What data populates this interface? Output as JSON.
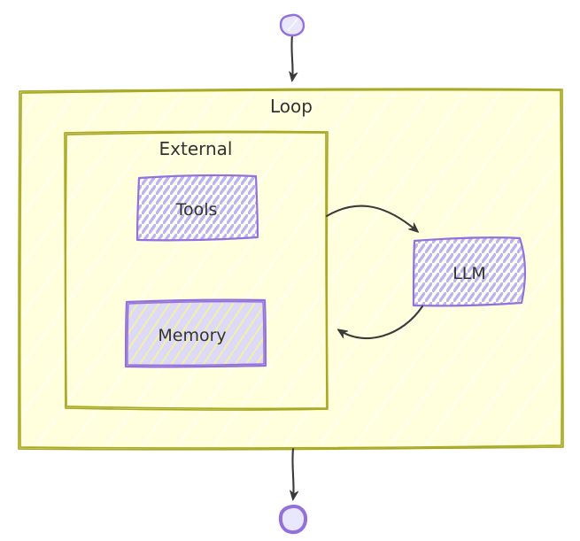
{
  "colors": {
    "loop_fill": "#ffffde",
    "loop_border": "#a9a926",
    "purple_border": "#9370db",
    "node_fill": "#e9e7fc",
    "memory_fill": "#dcdaf8",
    "hachure_purple": "#bcb4f0",
    "memory_hatch_yellow": "#f4f0a0",
    "hatch_white": "rgba(255,255,255,0.55)",
    "edge_color": "#3a3a3a",
    "text_color": "#333333"
  },
  "diagram": {
    "type": "flowchart",
    "style": "hand-drawn",
    "direction": "top-to-bottom",
    "subgraphs": [
      {
        "id": "loop",
        "label": "Loop",
        "parent": null
      },
      {
        "id": "external",
        "label": "External",
        "parent": "loop"
      }
    ],
    "nodes": [
      {
        "id": "start",
        "shape": "circle",
        "parent": null
      },
      {
        "id": "tools",
        "shape": "rectangle",
        "label": "Tools",
        "parent": "external"
      },
      {
        "id": "memory",
        "shape": "rectangle",
        "label": "Memory",
        "parent": "external"
      },
      {
        "id": "llm",
        "shape": "rectangle",
        "label": "LLM",
        "parent": "loop"
      },
      {
        "id": "end",
        "shape": "circle",
        "parent": null
      }
    ],
    "edges": [
      {
        "from": "start",
        "to": "loop",
        "style": "straight-arrow"
      },
      {
        "from": "external",
        "to": "llm",
        "style": "curved-arrow"
      },
      {
        "from": "llm",
        "to": "external",
        "style": "curved-arrow"
      },
      {
        "from": "loop",
        "to": "end",
        "style": "straight-arrow"
      }
    ]
  }
}
